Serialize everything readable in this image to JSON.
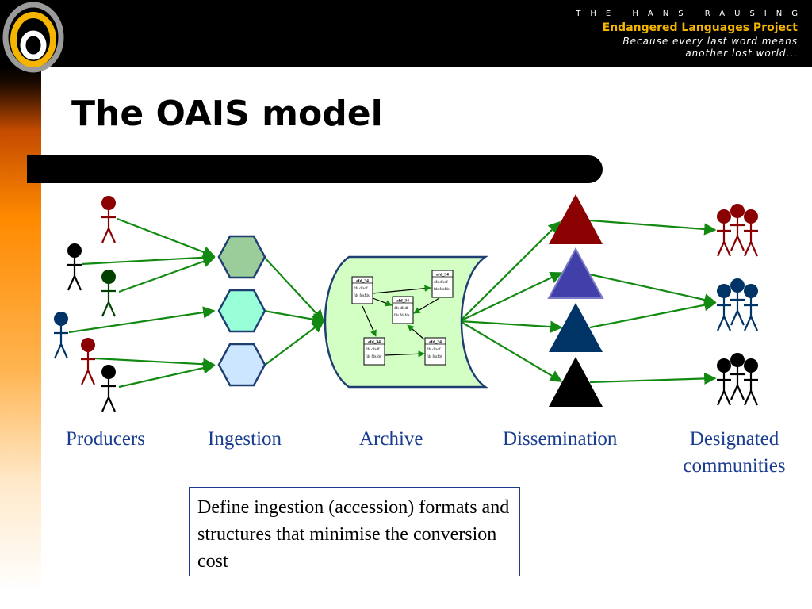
{
  "header": {
    "brand_line1": "THE HANS RAUSING",
    "brand_line2": "Endangered Languages Project",
    "brand_line3": "Because every last word means",
    "brand_line4": "another lost world..."
  },
  "slide": {
    "title": "The OAIS model"
  },
  "diagram": {
    "stages": [
      "Producers",
      "Ingestion",
      "Archive",
      "Dissemination",
      "Designated communities"
    ],
    "archive_records": [
      {
        "title": "afd_34",
        "lines": [
          "dfs dfsdf",
          "fds fdsfds"
        ]
      },
      {
        "title": "afd_34",
        "lines": [
          "dfs dfsdf",
          "fds fdsfds"
        ]
      },
      {
        "title": "afd_34",
        "lines": [
          "dfs dfsdf",
          "fds fdsfds"
        ]
      },
      {
        "title": "afd_34",
        "lines": [
          "dfs dfsdf",
          "fds fdsfds"
        ]
      },
      {
        "title": "afd_34",
        "lines": [
          "dfs dfsdf",
          "fds fdsfds"
        ]
      }
    ],
    "colors": {
      "arrow": "#128a12",
      "label": "#1a3d8f",
      "hex1": "#9acd9a",
      "hex2": "#98ffd8",
      "hex3": "#cde6ff",
      "archive_fill": "#d4ffc4",
      "tri1": "#8b0000",
      "tri2": "#4040a8",
      "tri3": "#003366",
      "tri4": "#000000"
    }
  },
  "note": {
    "text": "Define ingestion (accession) formats and structures that minimise the conversion cost"
  }
}
